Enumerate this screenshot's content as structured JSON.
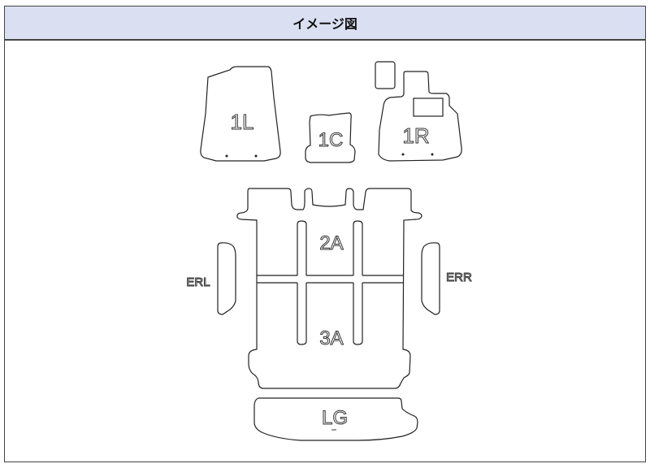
{
  "header": {
    "title": "イメージ図"
  },
  "labels": {
    "l1": "1L",
    "c1": "1C",
    "r1": "1R",
    "a2": "2A",
    "a3": "3A",
    "erl": "ERL",
    "err": "ERR",
    "lg": "LG"
  }
}
